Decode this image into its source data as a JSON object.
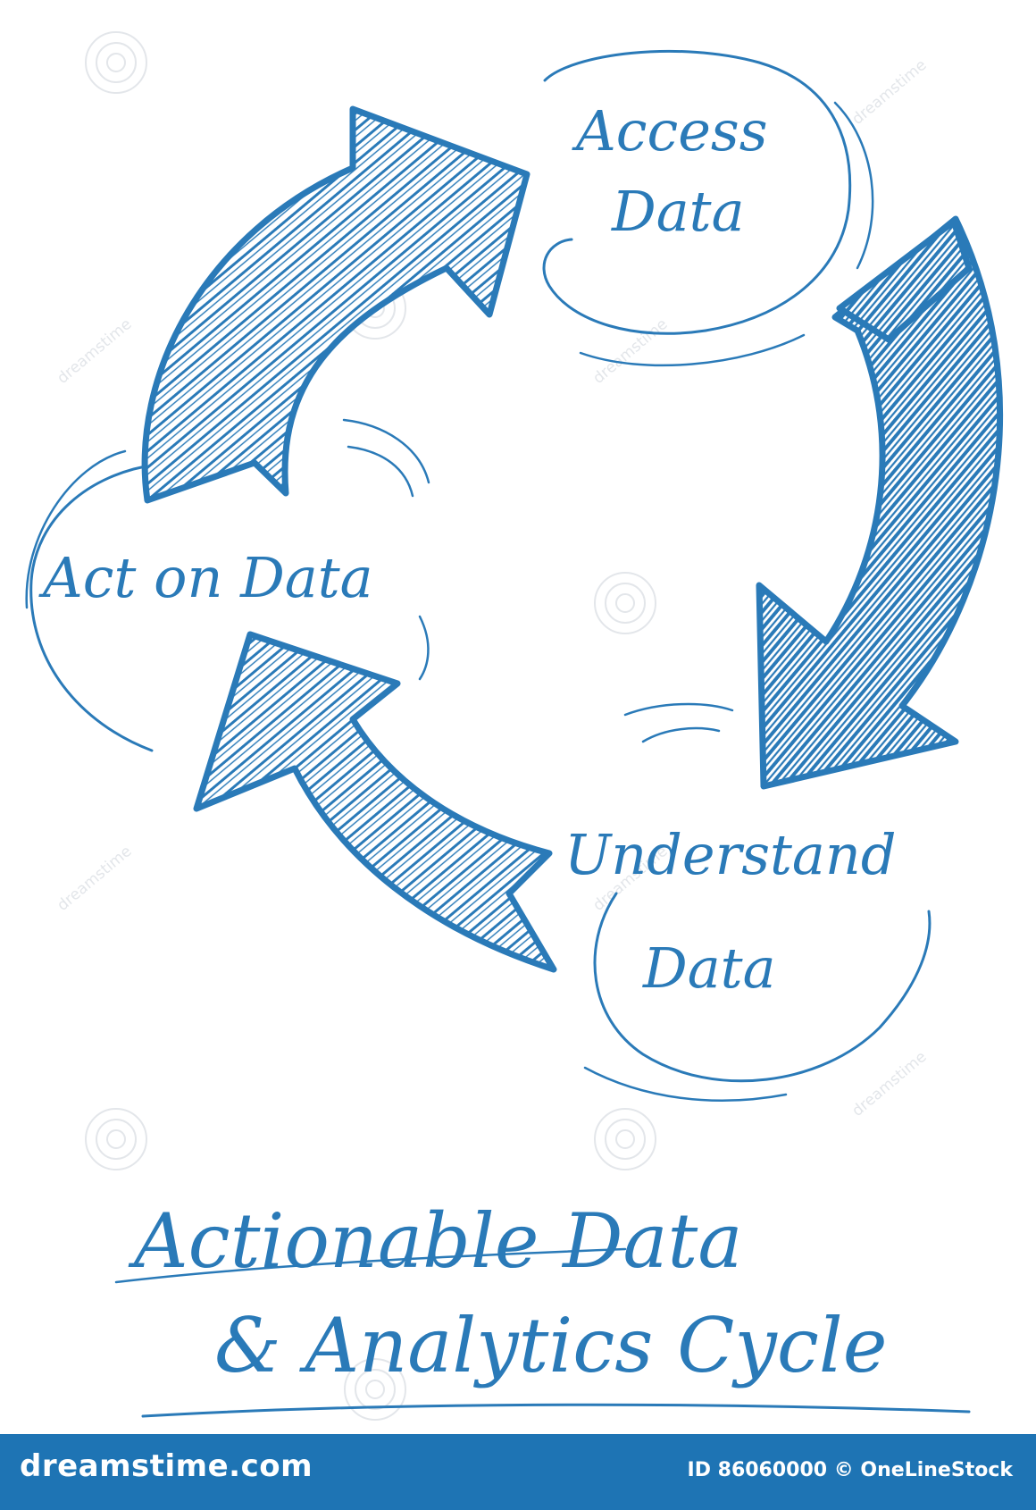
{
  "diagram": {
    "nodes": [
      {
        "id": "access",
        "lines": [
          "Access",
          "Data"
        ]
      },
      {
        "id": "understand",
        "lines": [
          "Understand",
          "Data"
        ]
      },
      {
        "id": "act",
        "lines": [
          "Act on Data"
        ]
      }
    ],
    "edges": [
      {
        "from": "access",
        "to": "understand"
      },
      {
        "from": "understand",
        "to": "act"
      },
      {
        "from": "act",
        "to": "access"
      }
    ],
    "title_lines": [
      "Actionable Data",
      "& Analytics Cycle"
    ]
  },
  "colors": {
    "ink": "#2a7ab8",
    "footer_bg": "#1e74b4",
    "watermark": "#e3e6ea"
  },
  "watermark": {
    "text": "dreamstime"
  },
  "footer": {
    "brand": "dreamstime.com",
    "id_text": "ID 86060000 © OneLineStock"
  }
}
